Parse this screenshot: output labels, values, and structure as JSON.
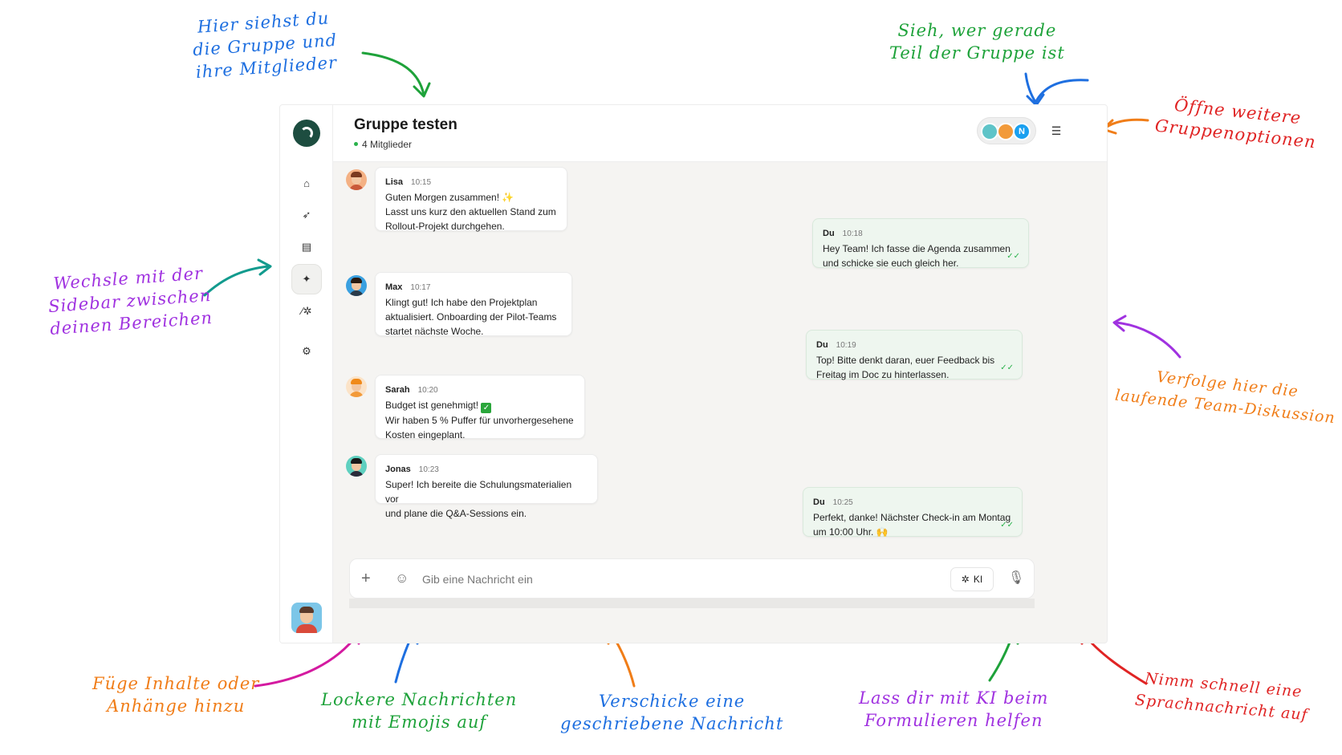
{
  "annotations": {
    "group_members_1": "Hier siehst du",
    "group_members_2": "die Gruppe und",
    "group_members_3": "ihre Mitglieder",
    "current_members_1": "Sieh, wer gerade",
    "current_members_2": "Teil der Gruppe ist",
    "options_1": "Öffne weitere",
    "options_2": "Gruppenoptionen",
    "sidebar_1": "Wechsle mit der",
    "sidebar_2": "Sidebar zwischen",
    "sidebar_3": "deinen Bereichen",
    "discussion_1": "Verfolge hier die",
    "discussion_2": "laufende Team-Diskussion",
    "attach_1": "Füge Inhalte oder",
    "attach_2": "Anhänge hinzu",
    "emoji_1": "Lockere Nachrichten",
    "emoji_2": "mit Emojis auf",
    "send_1": "Verschicke eine",
    "send_2": "geschriebene Nachricht",
    "ki_1": "Lass dir mit KI beim",
    "ki_2": "Formulieren helfen",
    "voice_1": "Nimm schnell eine",
    "voice_2": "Sprachnachricht auf"
  },
  "header": {
    "title": "Gruppe testen",
    "members": "4 Mitglieder",
    "stack_initial": "N"
  },
  "sidebar": {
    "icons": [
      "home-icon",
      "rocket-icon",
      "document-icon",
      "sparkle-icon",
      "magic-wand-icon",
      "settings-icon"
    ],
    "active_index": 3
  },
  "messages": [
    {
      "sender": "Lisa",
      "time": "10:15",
      "lines": [
        "Guten Morgen zusammen! ✨",
        "Lasst uns kurz den aktuellen Stand zum",
        "Rollout-Projekt durchgehen."
      ],
      "own": false
    },
    {
      "sender": "Du",
      "time": "10:18",
      "lines": [
        "Hey Team! Ich fasse die Agenda zusammen",
        "und schicke sie euch gleich her."
      ],
      "own": true,
      "ticks": "✓✓"
    },
    {
      "sender": "Max",
      "time": "10:17",
      "lines": [
        "Klingt gut! Ich habe den Projektplan",
        "aktualisiert. Onboarding der Pilot-Teams",
        "startet nächste Woche."
      ],
      "own": false
    },
    {
      "sender": "Du",
      "time": "10:19",
      "lines": [
        "Top! Bitte denkt daran, euer Feedback bis",
        "Freitag im Doc zu hinterlassen."
      ],
      "own": true,
      "ticks": "✓✓"
    },
    {
      "sender": "Sarah",
      "time": "10:20",
      "lines": [
        "Budget ist genehmigt!",
        "Wir haben 5 % Puffer für unvorhergesehene",
        "Kosten eingeplant."
      ],
      "check": "✓",
      "own": false
    },
    {
      "sender": "Jonas",
      "time": "10:23",
      "lines": [
        "Super! Ich bereite die Schulungsmaterialien vor",
        "und plane die Q&A-Sessions ein."
      ],
      "own": false
    },
    {
      "sender": "Du",
      "time": "10:25",
      "lines": [
        "Perfekt, danke! Nächster Check-in am Montag",
        "um 10:00 Uhr. 🙌"
      ],
      "own": true,
      "ticks": "✓✓"
    }
  ],
  "composer": {
    "placeholder": "Gib eine Nachricht ein",
    "ki_label": "KI",
    "plus": "+",
    "emoji": "☺",
    "mic": "🎙"
  },
  "colors": {
    "accent_green": "#2bb24c",
    "own_bubble": "#eef6ef",
    "logo": "#1d4d40"
  }
}
